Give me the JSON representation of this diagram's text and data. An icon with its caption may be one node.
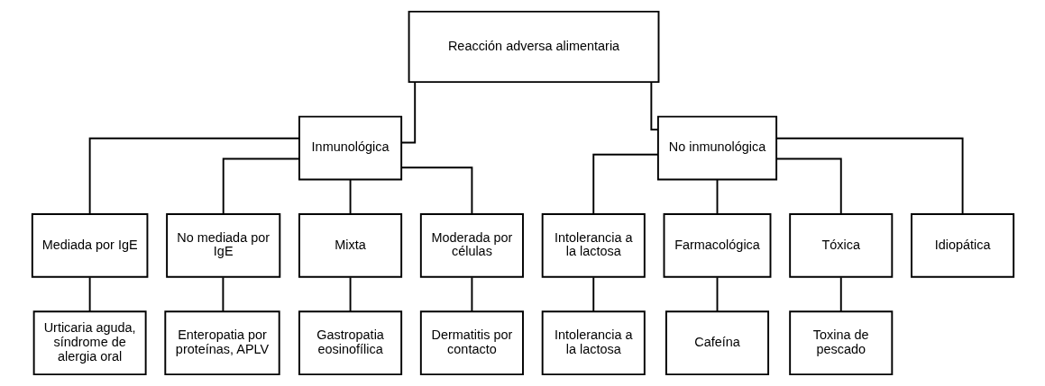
{
  "diagram": {
    "nodes": [
      {
        "text": [
          "Reacción adversa alimentaria"
        ]
      },
      {
        "text": [
          "Inmunológica"
        ]
      },
      {
        "text": [
          "No inmunológica"
        ]
      },
      {
        "text": [
          "Mediada por IgE"
        ]
      },
      {
        "text": [
          "No mediada por IgE"
        ]
      },
      {
        "text": [
          "Mixta"
        ]
      },
      {
        "text": [
          "Moderada por células"
        ]
      },
      {
        "text": [
          "Intolerancia a la lactosa"
        ]
      },
      {
        "text": [
          "Farmacológica"
        ]
      },
      {
        "text": [
          "Tóxica"
        ]
      },
      {
        "text": [
          "Idiopática"
        ]
      },
      {
        "text": [
          "Urticaria aguda, síndrome de alergia oral"
        ]
      },
      {
        "text": [
          "Enteropatia por proteínas, APLV"
        ]
      },
      {
        "text": [
          "Gastropatia eosinofílica"
        ]
      },
      {
        "text": [
          "Dermatitis por contacto"
        ]
      },
      {
        "text": [
          "Intolerancia a la lactosa"
        ]
      },
      {
        "text": [
          "Cafeína"
        ]
      },
      {
        "text": [
          "Toxina de pescado"
        ]
      }
    ],
    "edges": [
      {
        "from": 0,
        "to": 1,
        "arrow": "none"
      },
      {
        "from": 0,
        "to": 2,
        "arrow": "none"
      },
      {
        "from": 1,
        "to": 3,
        "arrow": "none"
      },
      {
        "from": 1,
        "to": 4,
        "arrow": "none"
      },
      {
        "from": 1,
        "to": 5,
        "arrow": "none"
      },
      {
        "from": 1,
        "to": 6,
        "arrow": "none"
      },
      {
        "from": 2,
        "to": 7,
        "arrow": "none"
      },
      {
        "from": 2,
        "to": 8,
        "arrow": "none"
      },
      {
        "from": 2,
        "to": 9,
        "arrow": "none"
      },
      {
        "from": 2,
        "to": 10,
        "arrow": "none"
      },
      {
        "from": 3,
        "to": 11,
        "arrow": "none"
      },
      {
        "from": 4,
        "to": 12,
        "arrow": "none"
      },
      {
        "from": 5,
        "to": 13,
        "arrow": "none"
      },
      {
        "from": 6,
        "to": 14,
        "arrow": "none"
      },
      {
        "from": 7,
        "to": 15,
        "arrow": "none"
      },
      {
        "from": 8,
        "to": 16,
        "arrow": "none"
      },
      {
        "from": 9,
        "to": 17,
        "arrow": "none"
      }
    ]
  }
}
